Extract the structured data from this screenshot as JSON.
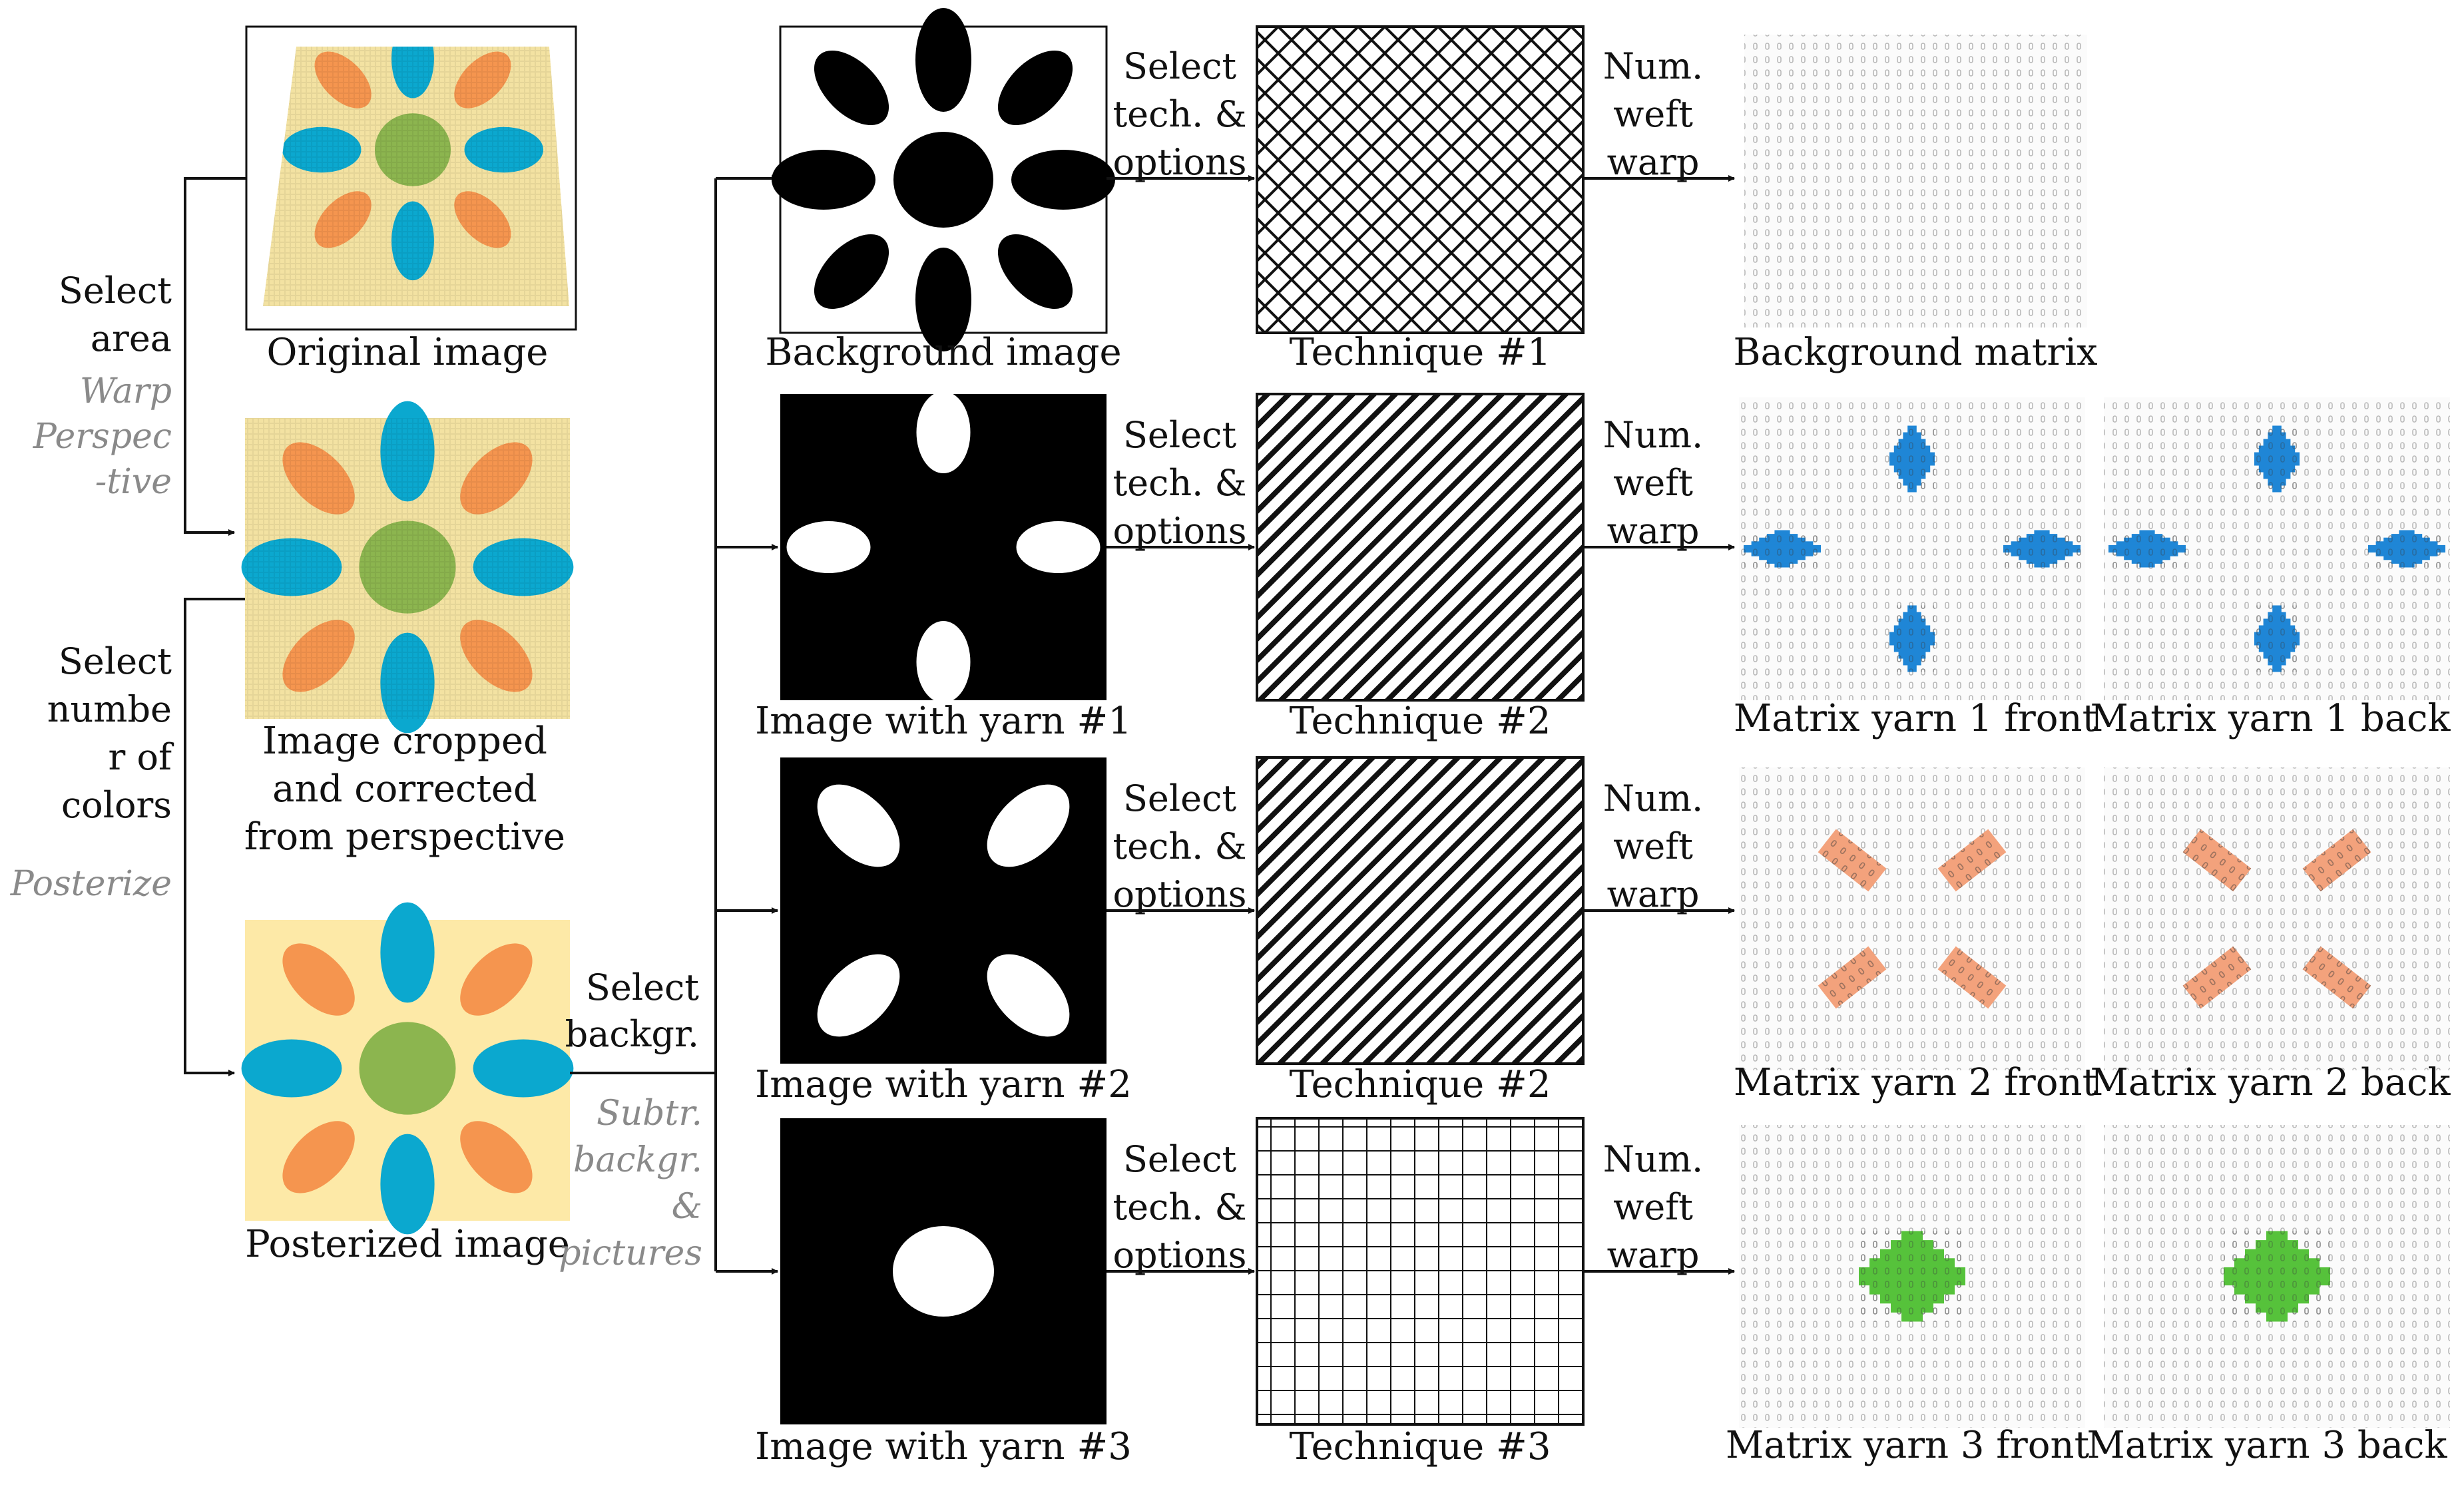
{
  "colors": {
    "beige": "#f3e2a2",
    "orange": "#f5954f",
    "blue": "#0ba8cf",
    "green": "#8cb54f",
    "yarn1": "#1f86d6",
    "yarn2": "#f3a27c",
    "yarn3": "#56c23b",
    "note_gray": "#8a8a8a"
  },
  "captions": {
    "original": "Original image",
    "cropped": [
      "Image cropped",
      "and corrected",
      "from perspective"
    ],
    "posterized": "Posterized image",
    "background_image": "Background image",
    "yarn1_image": "Image with yarn #1",
    "yarn2_image": "Image with yarn #2",
    "yarn3_image": "Image with yarn #3",
    "tech1": "Technique #1",
    "tech2a": "Technique #2",
    "tech2b": "Technique #2",
    "tech3": "Technique #3",
    "bg_matrix": "Background matrix",
    "m1f": "Matrix yarn 1 front",
    "m1b": "Matrix yarn 1 back",
    "m2f": "Matrix yarn 2 front",
    "m2b": "Matrix yarn 2 back",
    "m3f": "Matrix yarn 3 front",
    "m3b": "Matrix yarn 3 back"
  },
  "steps": {
    "select_area": [
      "Select",
      "area"
    ],
    "warp_perspective": [
      "Warp",
      "Perspec",
      "-tive"
    ],
    "select_colors": [
      "Select",
      "numbe",
      "r of",
      "colors"
    ],
    "posterize": "Posterize",
    "select_background": [
      "Select",
      "backgr."
    ],
    "subtract": [
      "Subtr.",
      "backgr.",
      "&",
      "pictures"
    ],
    "select_tech": [
      [
        "Select",
        "tech. &",
        "options"
      ],
      [
        "Select",
        "tech. &",
        "options"
      ],
      [
        "Select",
        "tech. &",
        "options"
      ],
      [
        "Select",
        "tech. &",
        "options"
      ]
    ],
    "num_weft_warp": [
      [
        "Num.",
        "weft",
        "warp"
      ],
      [
        "Num.",
        "weft",
        "warp"
      ],
      [
        "Num.",
        "weft",
        "warp"
      ],
      [
        "Num.",
        "weft",
        "warp"
      ]
    ]
  }
}
